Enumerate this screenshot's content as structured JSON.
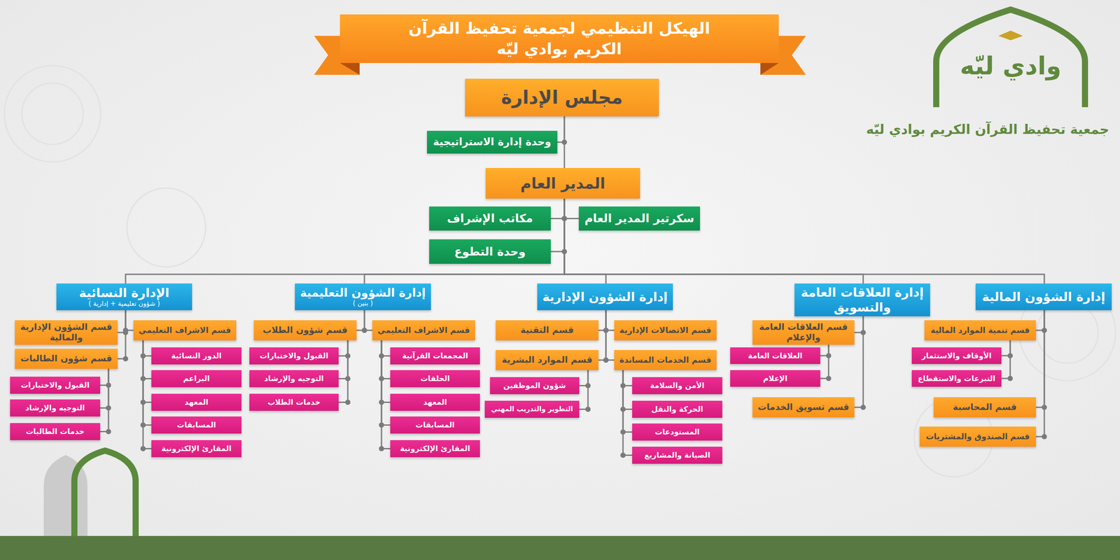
{
  "diagram": {
    "title": "الهيكل التنظيمي لجمعية تحفيظ القرآن الكريم بوادي ليّه",
    "nodes": [
      {
        "text": [
          "مجلس الإدارة"
        ]
      },
      {
        "text": [
          "وحدة إدارة الاستراتيجية"
        ]
      },
      {
        "text": [
          "المدير العام"
        ]
      },
      {
        "text": [
          "سكرتير المدير العام"
        ]
      },
      {
        "text": [
          "مكاتب الإشراف"
        ]
      },
      {
        "text": [
          "وحدة التطوع"
        ]
      },
      {
        "text": [
          "إدارة الشؤون المالية"
        ]
      },
      {
        "text": [
          "إدارة العلاقات العامة والتسويق"
        ]
      },
      {
        "text": [
          "إدارة الشؤون الإدارية"
        ]
      },
      {
        "text": [
          "إدارة الشؤون التعليمية",
          "( بنين )"
        ]
      },
      {
        "text": [
          "الإدارة النسائية",
          "( شؤون تعليمية + إدارية )"
        ]
      },
      {
        "text": [
          "قسم تنمية الموارد المالية"
        ]
      },
      {
        "text": [
          "الأوقاف والاستثمار"
        ]
      },
      {
        "text": [
          "التبرعات والاستقطاع"
        ]
      },
      {
        "text": [
          "قسم المحاسبة"
        ]
      },
      {
        "text": [
          "قسم الصندوق والمشتريات"
        ]
      },
      {
        "text": [
          "قسم العلاقات العامة والإعلام"
        ]
      },
      {
        "text": [
          "العلاقات العامة"
        ]
      },
      {
        "text": [
          "الإعلام"
        ]
      },
      {
        "text": [
          "قسم تسويق الخدمات"
        ]
      },
      {
        "text": [
          "قسم الاتصالات الإدارية"
        ]
      },
      {
        "text": [
          "قسم الخدمات المساندة"
        ]
      },
      {
        "text": [
          "الأمن والسلامة"
        ]
      },
      {
        "text": [
          "الحركة والنقل"
        ]
      },
      {
        "text": [
          "المستودعات"
        ]
      },
      {
        "text": [
          "الصيانة والمشاريع"
        ]
      },
      {
        "text": [
          "قسم التقنية"
        ]
      },
      {
        "text": [
          "قسم الموارد البشرية"
        ]
      },
      {
        "text": [
          "شؤون الموظفين"
        ]
      },
      {
        "text": [
          "التطوير والتدريب المهني"
        ]
      },
      {
        "text": [
          "قسم الاشراف التعليمي"
        ]
      },
      {
        "text": [
          "المجمعات القرآنية"
        ]
      },
      {
        "text": [
          "الحلقات"
        ]
      },
      {
        "text": [
          "المعهد"
        ]
      },
      {
        "text": [
          "المسابقات"
        ]
      },
      {
        "text": [
          "المقارئ الإلكترونية"
        ]
      },
      {
        "text": [
          "قسم شؤون الطلاب"
        ]
      },
      {
        "text": [
          "القبول والاختبارات"
        ]
      },
      {
        "text": [
          "التوجيه والإرشاد"
        ]
      },
      {
        "text": [
          "خدمات الطلاب"
        ]
      },
      {
        "text": [
          "قسم الاشراف التعليمي"
        ]
      },
      {
        "text": [
          "الدور النسائية"
        ]
      },
      {
        "text": [
          "البراعم"
        ]
      },
      {
        "text": [
          "المعهد"
        ]
      },
      {
        "text": [
          "المسابقات"
        ]
      },
      {
        "text": [
          "المقارئ الإلكترونية"
        ]
      },
      {
        "text": [
          "قسم الشؤون الإدارية والمالية"
        ]
      },
      {
        "text": [
          "قسم شؤون الطالبات"
        ]
      },
      {
        "text": [
          "القبول والاختبارات"
        ]
      },
      {
        "text": [
          "التوجيه والإرشاد"
        ]
      },
      {
        "text": [
          "خدمات الطالبات"
        ]
      }
    ],
    "edges": [
      {
        "from": 0,
        "to": 1,
        "arrow": "none"
      },
      {
        "from": 0,
        "to": 2,
        "arrow": "none"
      },
      {
        "from": 2,
        "to": 3,
        "arrow": "none"
      },
      {
        "from": 2,
        "to": 4,
        "arrow": "none"
      },
      {
        "from": 2,
        "to": 5,
        "arrow": "none"
      },
      {
        "from": 2,
        "to": 6,
        "arrow": "none"
      },
      {
        "from": 2,
        "to": 7,
        "arrow": "none"
      },
      {
        "from": 2,
        "to": 8,
        "arrow": "none"
      },
      {
        "from": 2,
        "to": 9,
        "arrow": "none"
      },
      {
        "from": 2,
        "to": 10,
        "arrow": "none"
      },
      {
        "from": 6,
        "to": 11,
        "arrow": "none"
      },
      {
        "from": 11,
        "to": 12,
        "arrow": "none"
      },
      {
        "from": 11,
        "to": 13,
        "arrow": "none"
      },
      {
        "from": 6,
        "to": 14,
        "arrow": "none"
      },
      {
        "from": 6,
        "to": 15,
        "arrow": "none"
      },
      {
        "from": 7,
        "to": 16,
        "arrow": "none"
      },
      {
        "from": 16,
        "to": 17,
        "arrow": "none"
      },
      {
        "from": 16,
        "to": 18,
        "arrow": "none"
      },
      {
        "from": 7,
        "to": 19,
        "arrow": "none"
      },
      {
        "from": 8,
        "to": 20,
        "arrow": "none"
      },
      {
        "from": 8,
        "to": 21,
        "arrow": "none"
      },
      {
        "from": 21,
        "to": 22,
        "arrow": "none"
      },
      {
        "from": 21,
        "to": 23,
        "arrow": "none"
      },
      {
        "from": 21,
        "to": 24,
        "arrow": "none"
      },
      {
        "from": 21,
        "to": 25,
        "arrow": "none"
      },
      {
        "from": 8,
        "to": 26,
        "arrow": "none"
      },
      {
        "from": 8,
        "to": 27,
        "arrow": "none"
      },
      {
        "from": 27,
        "to": 28,
        "arrow": "none"
      },
      {
        "from": 27,
        "to": 29,
        "arrow": "none"
      },
      {
        "from": 9,
        "to": 30,
        "arrow": "none"
      },
      {
        "from": 30,
        "to": 31,
        "arrow": "none"
      },
      {
        "from": 30,
        "to": 32,
        "arrow": "none"
      },
      {
        "from": 30,
        "to": 33,
        "arrow": "none"
      },
      {
        "from": 30,
        "to": 34,
        "arrow": "none"
      },
      {
        "from": 30,
        "to": 35,
        "arrow": "none"
      },
      {
        "from": 9,
        "to": 36,
        "arrow": "none"
      },
      {
        "from": 36,
        "to": 37,
        "arrow": "none"
      },
      {
        "from": 36,
        "to": 38,
        "arrow": "none"
      },
      {
        "from": 36,
        "to": 39,
        "arrow": "none"
      },
      {
        "from": 10,
        "to": 40,
        "arrow": "none"
      },
      {
        "from": 40,
        "to": 41,
        "arrow": "none"
      },
      {
        "from": 40,
        "to": 42,
        "arrow": "none"
      },
      {
        "from": 40,
        "to": 43,
        "arrow": "none"
      },
      {
        "from": 40,
        "to": 44,
        "arrow": "none"
      },
      {
        "from": 40,
        "to": 45,
        "arrow": "none"
      },
      {
        "from": 10,
        "to": 46,
        "arrow": "none"
      },
      {
        "from": 10,
        "to": 47,
        "arrow": "none"
      },
      {
        "from": 47,
        "to": 48,
        "arrow": "none"
      },
      {
        "from": 47,
        "to": 49,
        "arrow": "none"
      },
      {
        "from": 47,
        "to": 50,
        "arrow": "none"
      }
    ],
    "labels": [
      "وادي ليّه",
      "جمعية تحفيظ القرآن الكريم بوادي ليّه"
    ]
  }
}
